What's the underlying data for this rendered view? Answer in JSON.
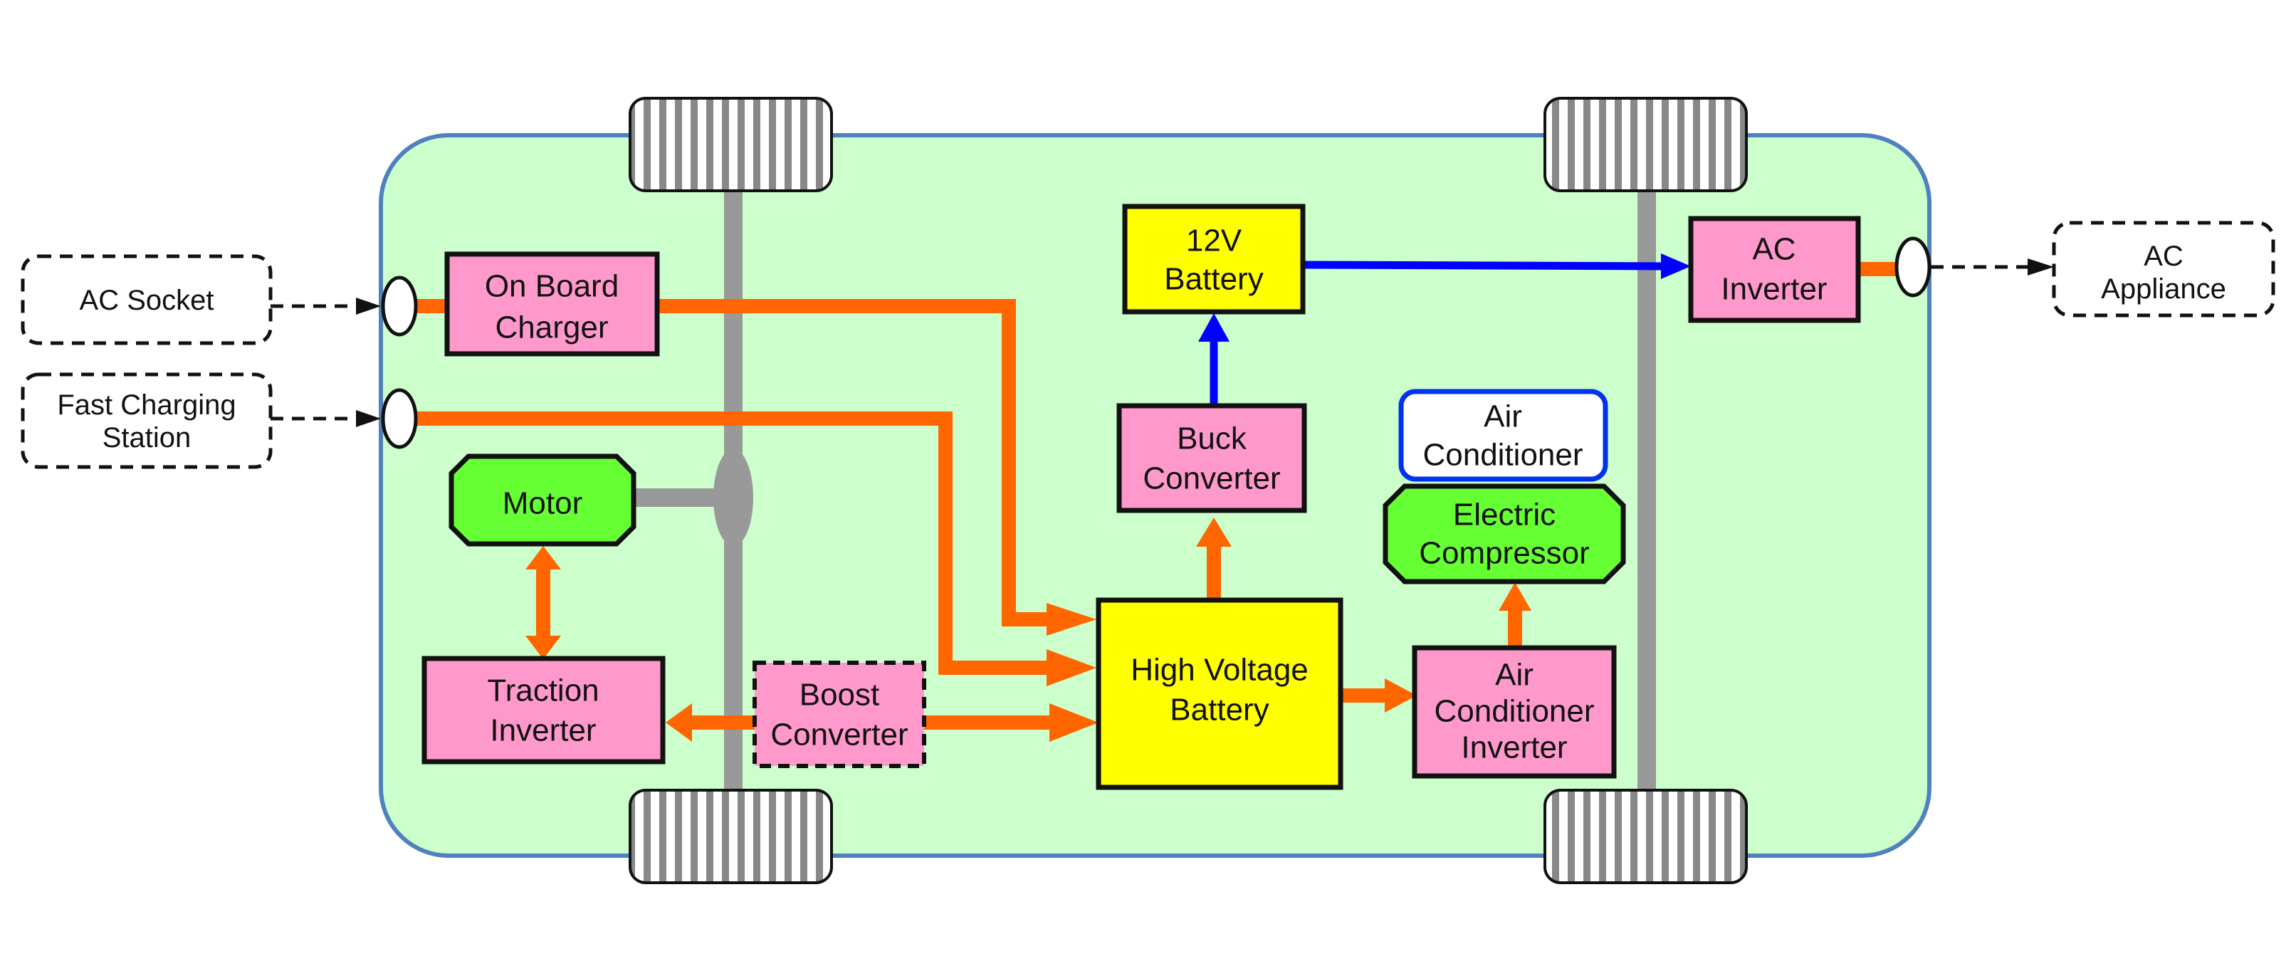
{
  "colors": {
    "car_body_fill": "#ccffcc",
    "car_body_stroke": "#4f81bd",
    "component_pink": "#ff99cc",
    "battery_yellow": "#ffff00",
    "motor_green": "#66ff33",
    "axle_gray": "#999999",
    "hv_line_orange": "#ff6600",
    "lv_line_blue": "#0000ff",
    "air_conditioner_border": "#0033ee"
  },
  "external": {
    "ac_socket": [
      "AC Socket"
    ],
    "fast_charging_station": [
      "Fast Charging",
      "Station"
    ],
    "ac_appliance": [
      "AC",
      "Appliance"
    ]
  },
  "components": {
    "on_board_charger": [
      "On Board",
      "Charger"
    ],
    "motor": [
      "Motor"
    ],
    "traction_inverter": [
      "Traction",
      "Inverter"
    ],
    "boost_converter": [
      "Boost",
      "Converter"
    ],
    "high_voltage_battery": [
      "High Voltage",
      "Battery"
    ],
    "buck_converter": [
      "Buck",
      "Converter"
    ],
    "battery_12v": [
      "12V",
      "Battery"
    ],
    "air_conditioner": [
      "Air",
      "Conditioner"
    ],
    "electric_compressor": [
      "Electric",
      "Compressor"
    ],
    "air_conditioner_inverter": [
      "Air",
      "Conditioner",
      "Inverter"
    ],
    "ac_inverter": [
      "AC",
      "Inverter"
    ]
  }
}
